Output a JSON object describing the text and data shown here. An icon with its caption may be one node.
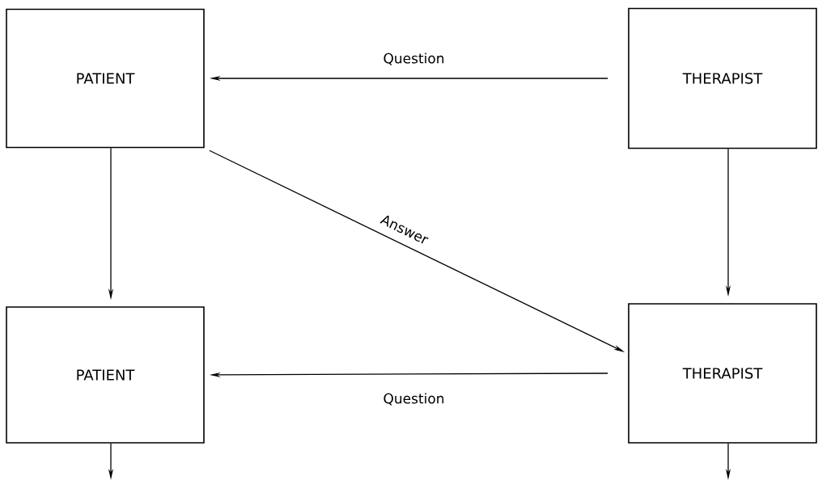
{
  "diagram": {
    "nodes": [
      {
        "text": [
          "PATIENT"
        ]
      },
      {
        "text": [
          "THERAPIST"
        ]
      },
      {
        "text": [
          "PATIENT"
        ]
      },
      {
        "text": [
          "THERAPIST"
        ]
      }
    ],
    "edges": [
      {
        "from": 1,
        "to": 0,
        "arrow": "to",
        "label": "Question"
      },
      {
        "from": 0,
        "to": 2,
        "arrow": "to"
      },
      {
        "from": 1,
        "to": 3,
        "arrow": "to"
      },
      {
        "from": 0,
        "to": 3,
        "arrow": "to",
        "label": "Answer"
      },
      {
        "from": 3,
        "to": 2,
        "arrow": "to",
        "label": "Question"
      },
      {
        "from": 2,
        "to": null,
        "arrow": "to"
      },
      {
        "from": 3,
        "to": null,
        "arrow": "to"
      }
    ]
  }
}
